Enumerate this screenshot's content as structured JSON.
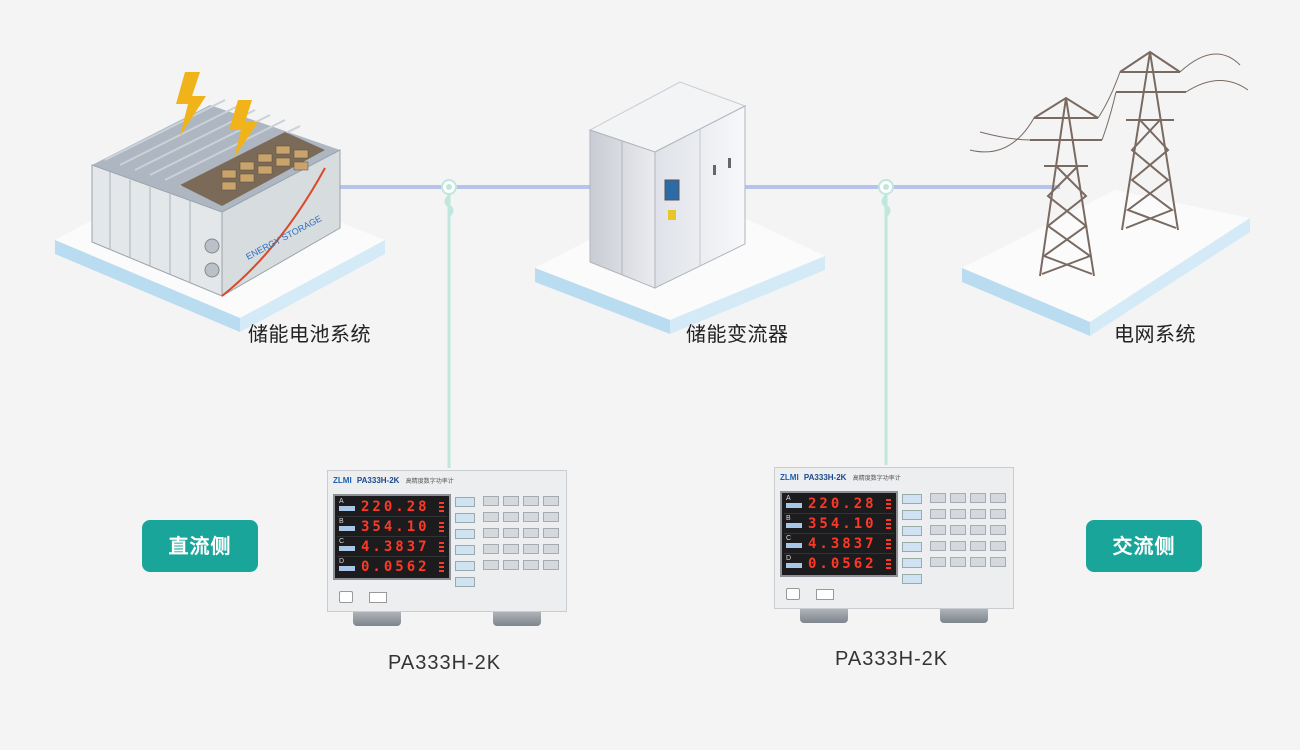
{
  "nodes": {
    "battery": {
      "label": "储能电池系统",
      "panel_text": "ENERGY STORAGE"
    },
    "converter": {
      "label": "储能变流器"
    },
    "grid": {
      "label": "电网系统"
    }
  },
  "sides": {
    "dc": {
      "label": "直流侧"
    },
    "ac": {
      "label": "交流侧"
    }
  },
  "meters": [
    {
      "brand": "ZLMI",
      "model_on_panel": "PA333H-2K",
      "subtitle": "高精度数字功率计",
      "caption": "PA333H-2K",
      "channels": [
        {
          "ch": "A",
          "value": "220.28"
        },
        {
          "ch": "B",
          "value": "354.10"
        },
        {
          "ch": "C",
          "value": "4.3837"
        },
        {
          "ch": "D",
          "value": "0.0562"
        }
      ]
    },
    {
      "brand": "ZLMI",
      "model_on_panel": "PA333H-2K",
      "subtitle": "高精度数字功率计",
      "caption": "PA333H-2K",
      "channels": [
        {
          "ch": "A",
          "value": "220.28"
        },
        {
          "ch": "B",
          "value": "354.10"
        },
        {
          "ch": "C",
          "value": "4.3837"
        },
        {
          "ch": "D",
          "value": "0.0562"
        }
      ]
    }
  ],
  "colors": {
    "background": "#f4f4f4",
    "badge": "#1aa59b",
    "bus_line": "#b7c3ea",
    "probe_line": "#bfe7dd",
    "platform_edge": "#b9dcf0",
    "display_digits": "#ff3826"
  }
}
